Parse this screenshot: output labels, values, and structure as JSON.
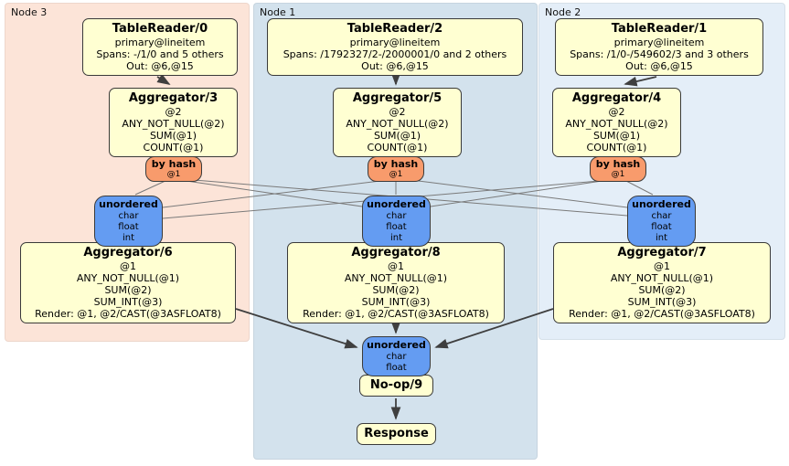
{
  "regions": {
    "node3": {
      "label": "Node 3"
    },
    "node1": {
      "label": "Node 1"
    },
    "node2": {
      "label": "Node 2"
    }
  },
  "processors": {
    "tablereader0": {
      "title": "TableReader/0",
      "lines": [
        "primary@lineitem",
        "Spans: -/1/0 and 5 others",
        "Out: @6,@15"
      ]
    },
    "tablereader2": {
      "title": "TableReader/2",
      "lines": [
        "primary@lineitem",
        "Spans: /1792327/2-/2000001/0 and 2 others",
        "Out: @6,@15"
      ]
    },
    "tablereader1": {
      "title": "TableReader/1",
      "lines": [
        "primary@lineitem",
        "Spans: /1/0-/549602/3 and 3 others",
        "Out: @6,@15"
      ]
    },
    "aggregator3": {
      "title": "Aggregator/3",
      "lines": [
        "@2",
        "ANY_NOT_NULL(@2)",
        "SUM(@1)",
        "COUNT(@1)"
      ]
    },
    "aggregator5": {
      "title": "Aggregator/5",
      "lines": [
        "@2",
        "ANY_NOT_NULL(@2)",
        "SUM(@1)",
        "COUNT(@1)"
      ]
    },
    "aggregator4": {
      "title": "Aggregator/4",
      "lines": [
        "@2",
        "ANY_NOT_NULL(@2)",
        "SUM(@1)",
        "COUNT(@1)"
      ]
    },
    "aggregator6": {
      "title": "Aggregator/6",
      "lines": [
        "@1",
        "ANY_NOT_NULL(@1)",
        "SUM(@2)",
        "SUM_INT(@3)",
        "Render: @1, @2/CAST(@3ASFLOAT8)"
      ]
    },
    "aggregator8": {
      "title": "Aggregator/8",
      "lines": [
        "@1",
        "ANY_NOT_NULL(@1)",
        "SUM(@2)",
        "SUM_INT(@3)",
        "Render: @1, @2/CAST(@3ASFLOAT8)"
      ]
    },
    "aggregator7": {
      "title": "Aggregator/7",
      "lines": [
        "@1",
        "ANY_NOT_NULL(@1)",
        "SUM(@2)",
        "SUM_INT(@3)",
        "Render: @1, @2/CAST(@3ASFLOAT8)"
      ]
    },
    "noop": {
      "title": "No-op/9"
    },
    "response": {
      "title": "Response"
    }
  },
  "routers": {
    "hash3": {
      "label": "by hash",
      "detail": "@1"
    },
    "hash5": {
      "label": "by hash",
      "detail": "@1"
    },
    "hash4": {
      "label": "by hash",
      "detail": "@1"
    }
  },
  "syncs": {
    "unordered3": {
      "label": "unordered",
      "types": [
        "char",
        "float",
        "int"
      ]
    },
    "unordered1": {
      "label": "unordered",
      "types": [
        "char",
        "float",
        "int"
      ]
    },
    "unordered2": {
      "label": "unordered",
      "types": [
        "char",
        "float",
        "int"
      ]
    },
    "unorderedFinal": {
      "label": "unordered",
      "types": [
        "char",
        "float"
      ]
    }
  },
  "palette": {
    "processor_fill": "#ffffd2",
    "router_fill": "#f89b6c",
    "sync_fill": "#649cf2",
    "node3_bg": "#fce4d8",
    "node1_bg": "#d3e2ed",
    "node2_bg": "#e4eef8",
    "edge_thin": "#7a7a7a",
    "edge_thick": "#3f3f3f"
  }
}
